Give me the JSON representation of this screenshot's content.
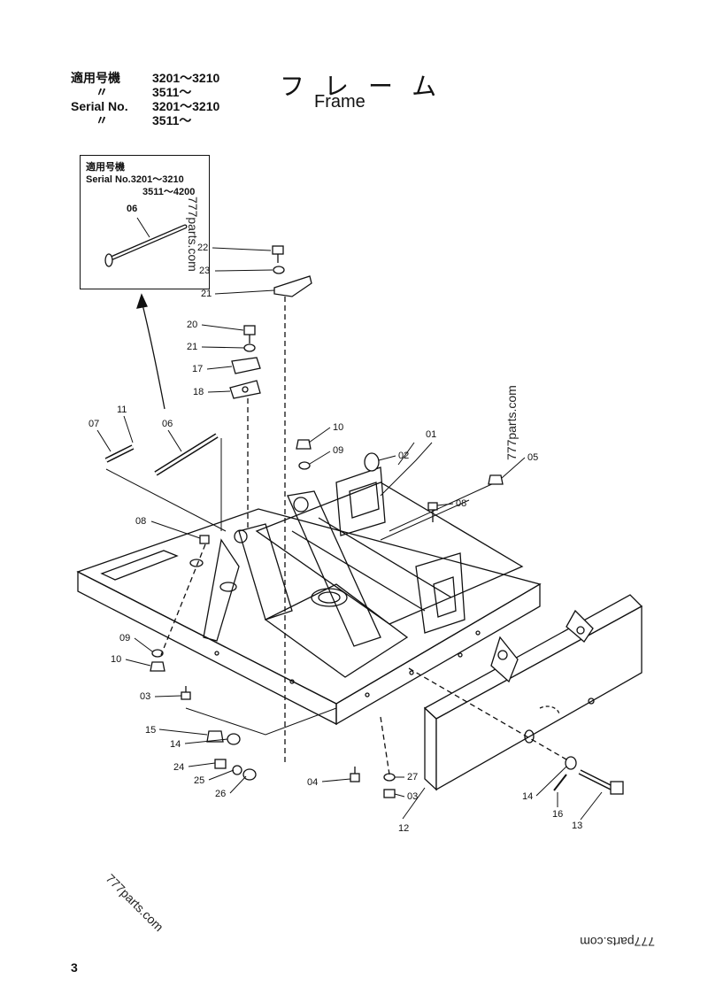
{
  "header": {
    "rows": [
      {
        "k": "適用号機",
        "v": "3201～3210"
      },
      {
        "k": "　　〃",
        "v": "3511～"
      },
      {
        "k": "Serial No.",
        "v": "3201～3210"
      },
      {
        "k": "　　〃",
        "v": "3511～"
      }
    ]
  },
  "title": {
    "jp": "フレーム",
    "en": "Frame"
  },
  "inset": {
    "line1": "適用号機",
    "line2": "Serial No.3201～3210",
    "line3": "3511～4200",
    "part": "06"
  },
  "watermarks": [
    "777parts.com",
    "777parts.com",
    "777parts.com",
    "777parts.com"
  ],
  "page_number": "3",
  "callouts": [
    {
      "id": "22",
      "label": "22"
    },
    {
      "id": "23",
      "label": "23"
    },
    {
      "id": "21a",
      "label": "21"
    },
    {
      "id": "20",
      "label": "20"
    },
    {
      "id": "21b",
      "label": "21"
    },
    {
      "id": "17",
      "label": "17"
    },
    {
      "id": "18",
      "label": "18"
    },
    {
      "id": "11",
      "label": "11"
    },
    {
      "id": "07",
      "label": "07"
    },
    {
      "id": "06",
      "label": "06"
    },
    {
      "id": "10a",
      "label": "10"
    },
    {
      "id": "09a",
      "label": "09"
    },
    {
      "id": "01",
      "label": "01"
    },
    {
      "id": "02",
      "label": "02"
    },
    {
      "id": "05",
      "label": "05"
    },
    {
      "id": "08a",
      "label": "08"
    },
    {
      "id": "08b",
      "label": "08"
    },
    {
      "id": "09b",
      "label": "09"
    },
    {
      "id": "10b",
      "label": "10"
    },
    {
      "id": "03a",
      "label": "03"
    },
    {
      "id": "15",
      "label": "15"
    },
    {
      "id": "14a",
      "label": "14"
    },
    {
      "id": "24",
      "label": "24"
    },
    {
      "id": "25",
      "label": "25"
    },
    {
      "id": "26",
      "label": "26"
    },
    {
      "id": "04",
      "label": "04"
    },
    {
      "id": "27",
      "label": "27"
    },
    {
      "id": "03b",
      "label": "03"
    },
    {
      "id": "12",
      "label": "12"
    },
    {
      "id": "14b",
      "label": "14"
    },
    {
      "id": "16",
      "label": "16"
    },
    {
      "id": "13",
      "label": "13"
    }
  ]
}
